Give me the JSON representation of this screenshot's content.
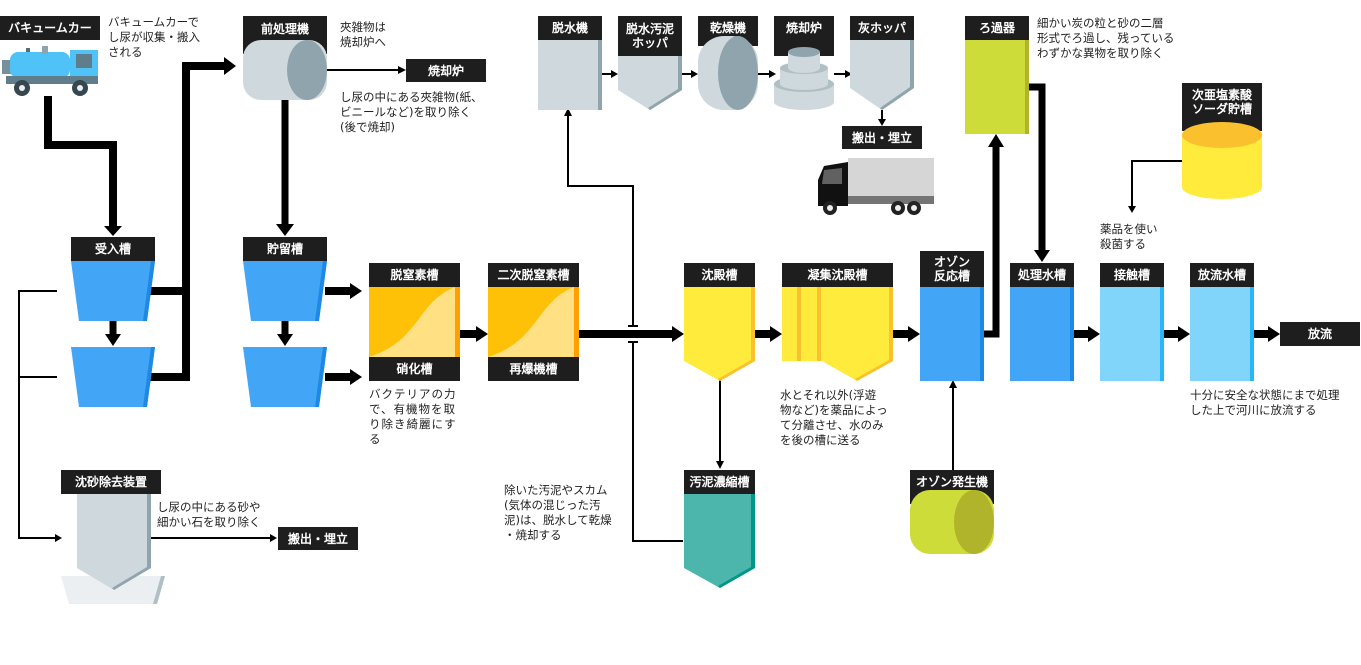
{
  "title": "し尿処理の流れ",
  "colors": {
    "label_bg": "#1e1e1e",
    "blue": "#42a5f5",
    "blue_dark": "#1e88e5",
    "light_blue": "#81d4fa",
    "light_blue_edge": "#29b6f6",
    "orange": "#ffc107",
    "orange_light": "#ffe082",
    "yellow": "#ffeb3b",
    "yellow_edge": "#fbc02d",
    "lime": "#cddc39",
    "lime_dark": "#afb42b",
    "teal": "#4db6ac",
    "teal_edge": "#009688",
    "gray": "#cfd8dc",
    "gray_dark": "#90a4ae"
  },
  "nodes": {
    "vacuum_car": "バキュームカー",
    "pretreatment": "前処理機",
    "incinerator_out": "焼却炉",
    "receiving_tank": "受入槽",
    "storage_tank": "貯留槽",
    "denitrification": "脱窒素槽",
    "nitrification": "硝化槽",
    "secondary_denitrification": "二次脱窒素槽",
    "reaeration": "再爆機槽",
    "dehydrator": "脱水機",
    "dewatered_hopper": "脱水汚泥\nホッパ",
    "dryer": "乾燥機",
    "incinerator": "焼却炉",
    "ash_hopper": "灰ホッパ",
    "landfill_top": "搬出・埋立",
    "sedimentation": "沈殿槽",
    "coagulation": "凝集沈殿槽",
    "ozone_reactor": "オゾン\n反応槽",
    "filter": "ろ過器",
    "treated_water_tank": "処理水槽",
    "hypochlorite_tank": "次亜塩素酸\nソーダ貯槽",
    "contact_tank": "接触槽",
    "discharge_tank": "放流水槽",
    "discharge": "放流",
    "grit_removal": "沈砂除去装置",
    "landfill_bottom": "搬出・埋立",
    "sludge_thickener": "汚泥濃縮槽",
    "ozone_generator": "オゾン発生機"
  },
  "notes": {
    "vacuum_car": [
      "バキュームカーで",
      "し尿が収集・搬入",
      "される"
    ],
    "pretreatment_top": [
      "夾雑物は",
      "焼却炉へ"
    ],
    "pretreatment_bottom": [
      "し尿の中にある夾雑物(紙、",
      "ビニールなど)を取り除く",
      "(後で焼却)"
    ],
    "bacteria": [
      "バクテリアの力",
      "で、有機物を取",
      "り除き綺麗にす",
      "る"
    ],
    "sludge": [
      "除いた汚泥やスカム",
      "(気体の混じった汚",
      "泥)は、脱水して乾燥",
      "・焼却する"
    ],
    "coagulation": [
      "水とそれ以外(浮遊",
      "物など)を薬品によっ",
      "て分離させ、水のみ",
      "を後の槽に送る"
    ],
    "filter": [
      "細かい炭の粒と砂の二層",
      "形式でろ過し、残っている",
      "わずかな異物を取り除く"
    ],
    "chemical": [
      "薬品を使い",
      "殺菌する"
    ],
    "discharge": [
      "十分に安全な状態にまで処理",
      "した上で河川に放流する"
    ],
    "grit": [
      "し尿の中にある砂や",
      "細かい石を取り除く"
    ]
  },
  "icons": [
    "vacuum-truck-icon",
    "cargo-truck-icon"
  ]
}
